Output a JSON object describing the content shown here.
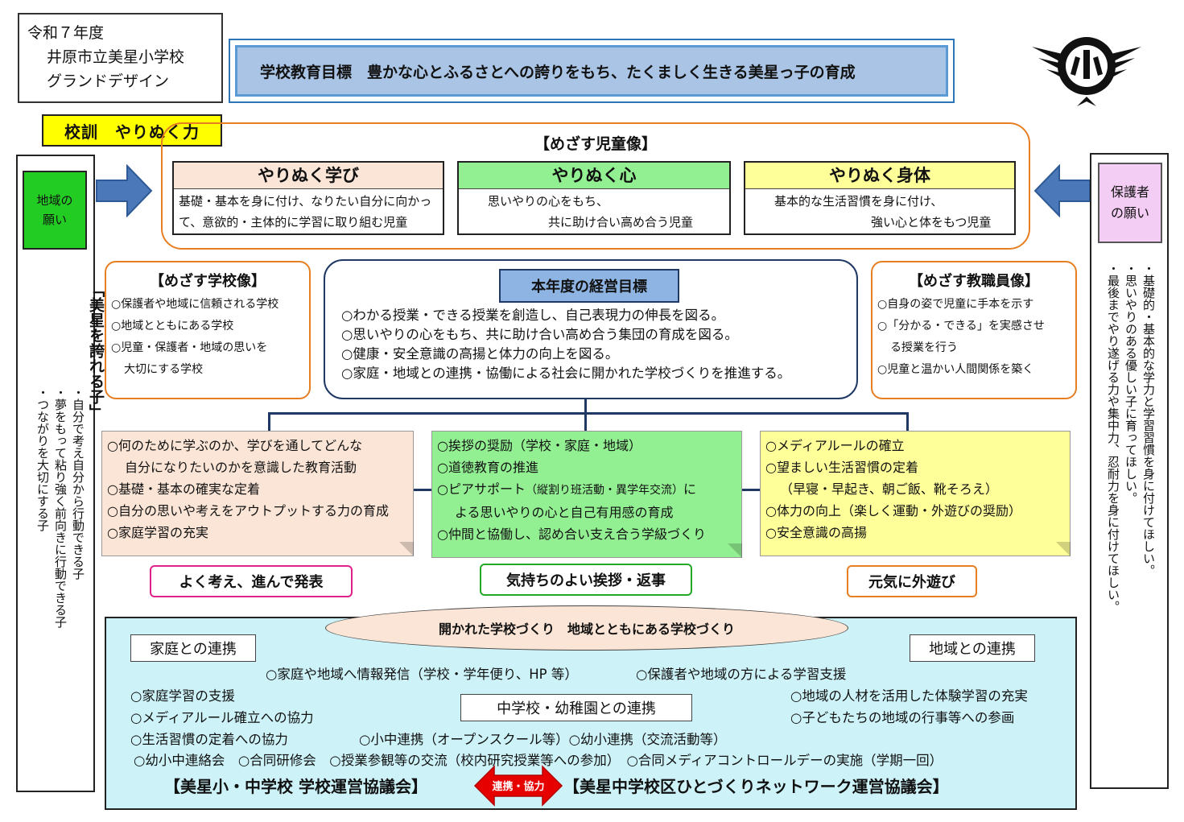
{
  "header": {
    "title_lines": [
      "令和７年度",
      "井原市立美星小学校",
      "グランドデザイン"
    ],
    "goal": "学校教育目標　豊かな心とふるさとへの誇りをもち、たくましく生きる美星っ子の育成"
  },
  "motto": "校訓　やりぬく力",
  "aims_children": {
    "title": "【めざす児童像】",
    "items": [
      {
        "title": "やりぬく学び",
        "body": "基礎・基本を身に付け、なりたい自分に向かっ\nて、意欲的・主体的に学習に取り組む児童"
      },
      {
        "title": "やりぬく心",
        "body": "　　思いやりの心をもち、\n　　　　　　　共に助け合い高め合う児童"
      },
      {
        "title": "やりぬく身体",
        "body": "　　基本的な生活習慣を身に付け、\n　　　　　　　　　　強い心と体をもつ児童"
      }
    ]
  },
  "left_side": {
    "wish": "地域の\n願い",
    "title": "「美星を誇れる子」",
    "items": [
      "・自分で考え自分から行動できる子",
      "・夢をもって粘り強く前向きに行動できる子",
      "・つながりを大切にする子"
    ]
  },
  "right_side": {
    "wish": "保護者\nの願い",
    "items": [
      "・基礎的・基本的な学力と学習習慣を身に付けてほしい。",
      "・思いやりのある優しい子に育ってほしい。",
      "・最後までやり遂げる力や集中力、忍耐力を身に付けてほしい。"
    ]
  },
  "school_image": {
    "title": "【めざす学校像】",
    "lines": [
      "○保護者や地域に信頼される学校",
      "○地域とともにある学校",
      "○児童・保護者・地域の思いを",
      "大切にする学校"
    ]
  },
  "staff_image": {
    "title": "【めざす教職員像】",
    "lines": [
      "○自身の姿で児童に手本を示す",
      "○「分かる・できる」を実感させ",
      "る授業を行う",
      "○児童と温かい人間関係を築く"
    ]
  },
  "management": {
    "title": "本年度の経営目標",
    "items": [
      "○わかる授業・できる授業を創造し、自己表現力の伸長を図る。",
      "○思いやりの心をもち、共に助け合い高め合う集団の育成を図る。",
      "○健康・安全意識の高揚と体力の向上を図る。",
      "○家庭・地域との連携・協働による社会に開かれた学校づくりを推進する。"
    ]
  },
  "notes": {
    "learning": [
      "○何のために学ぶのか、学びを通してどんな",
      "自分になりたいのかを意識した教育活動",
      "○基礎・基本の確実な定着",
      "○自分の思いや考えをアウトプットする力の育成",
      "○家庭学習の充実"
    ],
    "heart": {
      "l1": "○挨拶の奨励（学校・家庭・地域）",
      "l2": "○道徳教育の推進",
      "l3a": "○ピアサポート",
      "l3b": "（縦割り班活動・異学年交流）",
      "l3c": "に",
      "l4": "よる思いやりの心と自己有用感の育成",
      "l5": "○仲間と協働し、認め合い支え合う学級づくり"
    },
    "body": [
      "○メディアルールの確立",
      "○望ましい生活習慣の定着",
      "（早寝・早起き、朝ご飯、靴そろえ）",
      "○体力の向上（楽しく運動・外遊びの奨励）",
      "○安全意識の高揚"
    ]
  },
  "slogans": [
    "よく考え、進んで発表",
    "気持ちのよい挨拶・返事",
    "元気に外遊び"
  ],
  "bottom": {
    "banner": "開かれた学校づくり　地域とともにある学校づくり",
    "home_label": "家庭との連携",
    "region_label": "地域との連携",
    "jhs_label": "中学校・幼稚園との連携",
    "line_info": "○家庭や地域へ情報発信（学校・学年便り、HP 等）",
    "line_support": "○保護者や地域の方による学習支援",
    "home_1": "○家庭学習の支援",
    "home_2": "○メディアルール確立への協力",
    "home_3": "○生活習慣の定着への協力",
    "region_1": "○地域の人材を活用した体験学習の充実",
    "region_2": "○子どもたちの地域の行事等への参画",
    "jhs_1": "○小中連携（オープンスクール等）○幼小連携（交流活動等）",
    "jhs_2": "○幼小中連絡会　○合同研修会　○授業参観等の交流（校内研究授業等への参加）　○合同メディアコントロールデーの実施（学期一回）",
    "council_left": "【美星小・中学校 学校運営協議会】",
    "council_arrow": "連携・協力",
    "council_right": "【美星中学校区ひとづくりネットワーク運営協議会】"
  },
  "colors": {
    "goal_bg": "#a9c4e4",
    "motto_bg": "#ffff00",
    "learn_bg": "#fbe5d6",
    "heart_bg": "#92f092",
    "body_bg": "#ffff99",
    "bottom_bg": "#cdf3f9",
    "arrow_blue": "#4a78b8",
    "arrow_red": "#e60000"
  }
}
